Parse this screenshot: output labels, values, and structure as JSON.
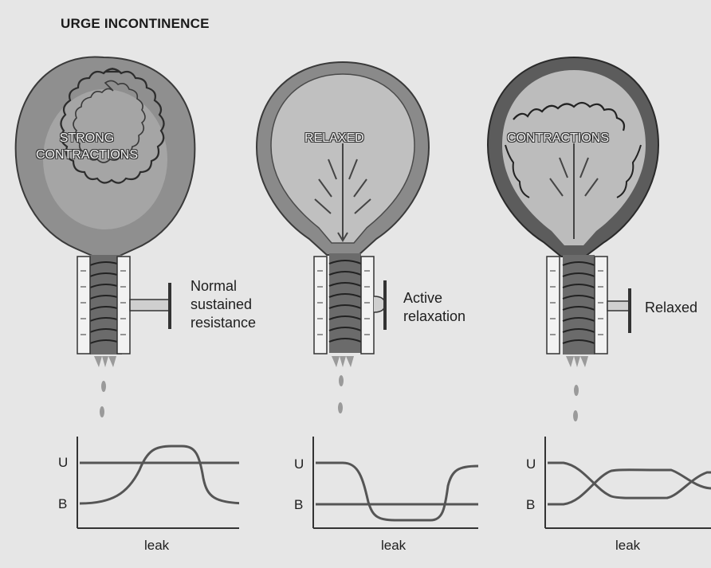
{
  "title": "URGE INCONTINENCE",
  "panels": [
    {
      "bladder_label_lines": [
        "STRONG",
        "CONTRACTIONS"
      ],
      "sphincter_label_lines": [
        "Normal",
        "sustained",
        "resistance"
      ],
      "graph": {
        "u_label": "U",
        "b_label": "B",
        "leak_label": "leak"
      }
    },
    {
      "bladder_label_lines": [
        "RELAXED"
      ],
      "sphincter_label_lines": [
        "Active",
        "relaxation"
      ],
      "graph": {
        "u_label": "U",
        "b_label": "B",
        "leak_label": "leak"
      }
    },
    {
      "bladder_label_lines": [
        "CONTRACTIONS"
      ],
      "sphincter_label_lines": [
        "Relaxed"
      ],
      "graph": {
        "u_label": "U",
        "b_label": "B",
        "leak_label": "leak"
      }
    }
  ]
}
